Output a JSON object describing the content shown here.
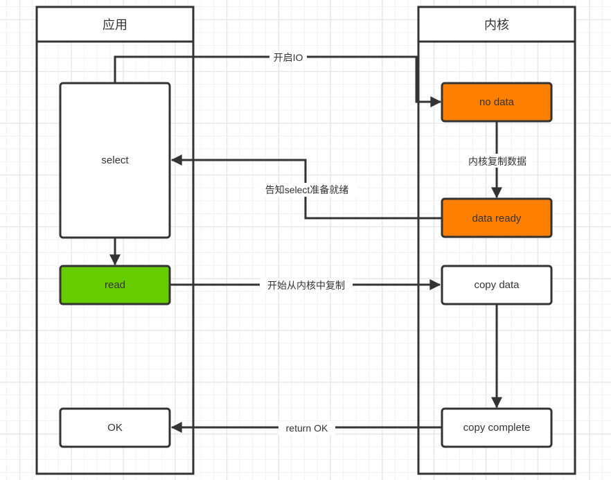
{
  "diagram": {
    "type": "swimlane-flowchart",
    "colors": {
      "stroke": "#333333",
      "orange_fill": "#ff8000",
      "green_fill": "#66cc00",
      "white_fill": "#ffffff"
    },
    "lanes": [
      {
        "id": "app",
        "title": "应用"
      },
      {
        "id": "kernel",
        "title": "内核"
      }
    ],
    "nodes": {
      "select": {
        "label": "select",
        "lane": "app",
        "fill": "white"
      },
      "read": {
        "label": "read",
        "lane": "app",
        "fill": "green"
      },
      "ok": {
        "label": "OK",
        "lane": "app",
        "fill": "white"
      },
      "no_data": {
        "label": "no data",
        "lane": "kernel",
        "fill": "orange"
      },
      "data_ready": {
        "label": "data ready",
        "lane": "kernel",
        "fill": "orange"
      },
      "copy_data": {
        "label": "copy data",
        "lane": "kernel",
        "fill": "white"
      },
      "copy_complete": {
        "label": "copy complete",
        "lane": "kernel",
        "fill": "white"
      }
    },
    "edges": {
      "open_io": {
        "from": "select",
        "to": "no_data",
        "label": "开启IO"
      },
      "kernel_copy": {
        "from": "no_data",
        "to": "data_ready",
        "label": "内核复制数据"
      },
      "notify_ready": {
        "from": "data_ready",
        "to": "select",
        "label": "告知select准备就绪"
      },
      "select_to_read": {
        "from": "select",
        "to": "read",
        "label": ""
      },
      "start_copy": {
        "from": "read",
        "to": "copy_data",
        "label": "开始从内核中复制"
      },
      "copy_to_complete": {
        "from": "copy_data",
        "to": "copy_complete",
        "label": ""
      },
      "return_ok": {
        "from": "copy_complete",
        "to": "ok",
        "label": "return OK"
      }
    }
  }
}
